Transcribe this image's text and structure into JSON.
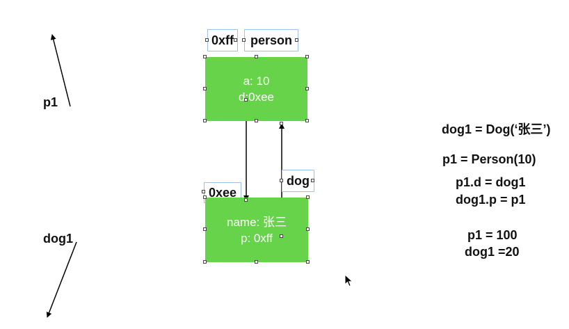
{
  "variables": {
    "p1": "p1",
    "dog1": "dog1"
  },
  "objects": {
    "person": {
      "address": "0xff",
      "type": "person",
      "line1": "a: 10",
      "line2": "d:0xee"
    },
    "dog": {
      "address": "0xee",
      "type": "dog",
      "line1": "name: 张三",
      "line2": "p: 0xff"
    }
  },
  "code": [
    "dog1 = Dog(‘张三’)",
    "p1 = Person(10)",
    "p1.d = dog1",
    "dog1.p = p1",
    "p1 = 100",
    "dog1 =20"
  ],
  "colors": {
    "box_fill": "#66d34a",
    "box_text": "#ffffff",
    "selection_outline": "#9ec3ea"
  },
  "icons": [
    "mouse-cursor-icon"
  ]
}
